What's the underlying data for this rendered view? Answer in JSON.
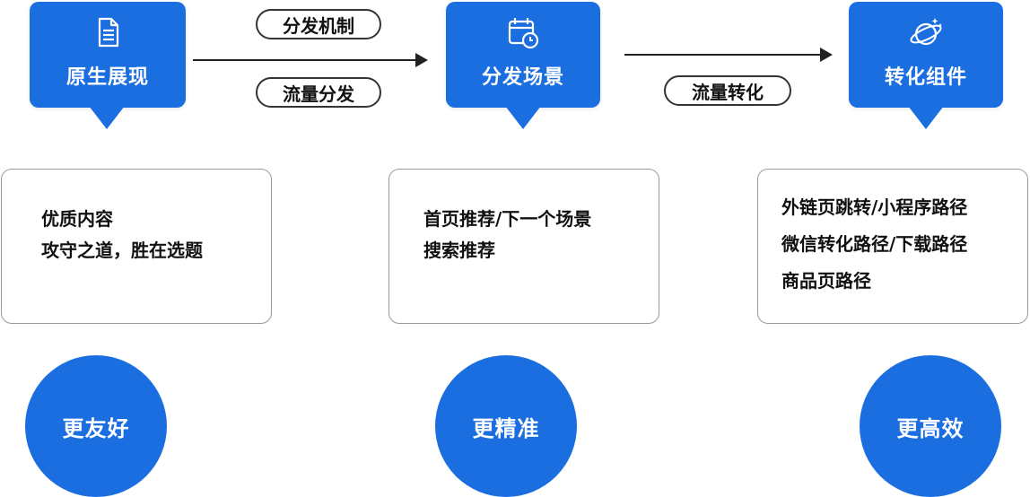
{
  "colors": {
    "accent": "#1a6ee0",
    "line": "#222222"
  },
  "nodes": [
    {
      "title": "原生展现",
      "icon": "document-icon"
    },
    {
      "title": "分发场景",
      "icon": "calendar-clock-icon"
    },
    {
      "title": "转化组件",
      "icon": "planet-icon"
    }
  ],
  "edges": [
    {
      "labels": [
        "分发机制",
        "流量分发"
      ]
    },
    {
      "labels": [
        "流量转化"
      ]
    }
  ],
  "cards": [
    {
      "lines": [
        "优质内容",
        "攻守之道，胜在选题"
      ]
    },
    {
      "lines": [
        "首页推荐/下一个场景",
        "搜索推荐"
      ]
    },
    {
      "lines": [
        "外链页跳转/小程序路径",
        "微信转化路径/下载路径",
        "商品页路径"
      ]
    }
  ],
  "outcomes": [
    "更友好",
    "更精准",
    "更高效"
  ]
}
